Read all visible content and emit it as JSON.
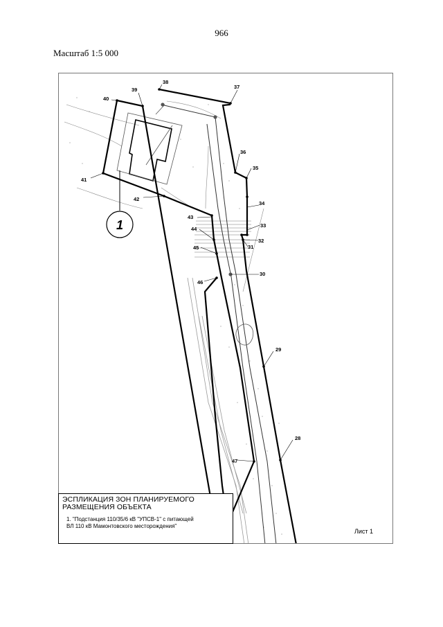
{
  "page": {
    "number": "966",
    "scale_label": "Масштаб 1:5 000"
  },
  "map": {
    "zone_marker": "1",
    "point_labels": [
      "28",
      "29",
      "30",
      "31",
      "32",
      "33",
      "34",
      "35",
      "36",
      "37",
      "38",
      "39",
      "40",
      "41",
      "42",
      "43",
      "44",
      "45",
      "46",
      "47"
    ],
    "boundary_color": "#000000",
    "detail_color": "#777777"
  },
  "legend": {
    "title": "ЭСПЛИКАЦИЯ ЗОН ПЛАНИРУЕМОГО РАЗМЕЩЕНИЯ ОБЪЕКТА",
    "item_1_line1": "1. \"Подстанция 110/35/6 кВ \"УПСВ-1\" с питающей",
    "item_1_line2": "ВЛ 110 кВ Мамонтовского месторождения\""
  },
  "sheet_label": "Лист 1"
}
